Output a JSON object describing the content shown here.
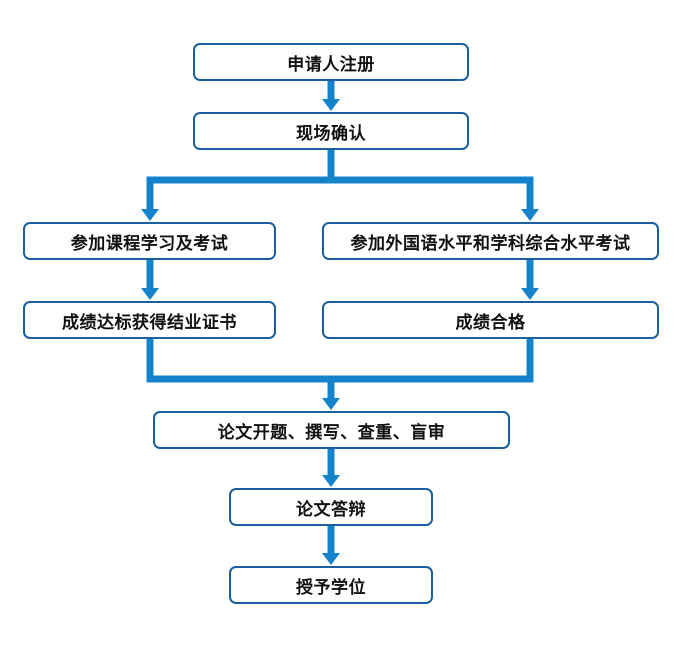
{
  "flowchart": {
    "colors": {
      "connector": "#1483cc",
      "box_border": "#1a5f9e",
      "text": "#111111"
    },
    "steps": {
      "register": "申请人注册",
      "confirm": "现场确认",
      "course_exam": "参加课程学习及考试",
      "foreign_exam": "参加外国语水平和学科综合水平考试",
      "certificate": "成绩达标获得结业证书",
      "pass": "成绩合格",
      "thesis": "论文开题、撰写、查重、盲审",
      "defense": "论文答辩",
      "degree": "授予学位"
    }
  }
}
